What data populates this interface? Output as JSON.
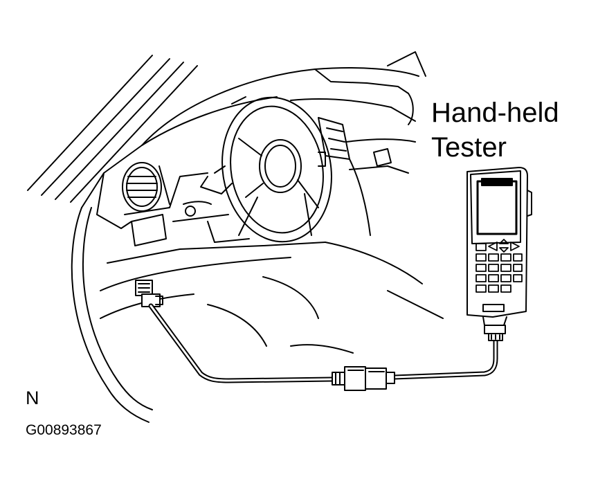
{
  "labels": {
    "tester_line1": "Hand-held",
    "tester_line2": "Tester",
    "view_letter": "N",
    "figure_code": "G00893867"
  },
  "colors": {
    "ink": "#000000",
    "paper": "#ffffff"
  },
  "illustration": {
    "subject": "hand-held tester connected by cable to vehicle diagnostic connector under dashboard"
  }
}
